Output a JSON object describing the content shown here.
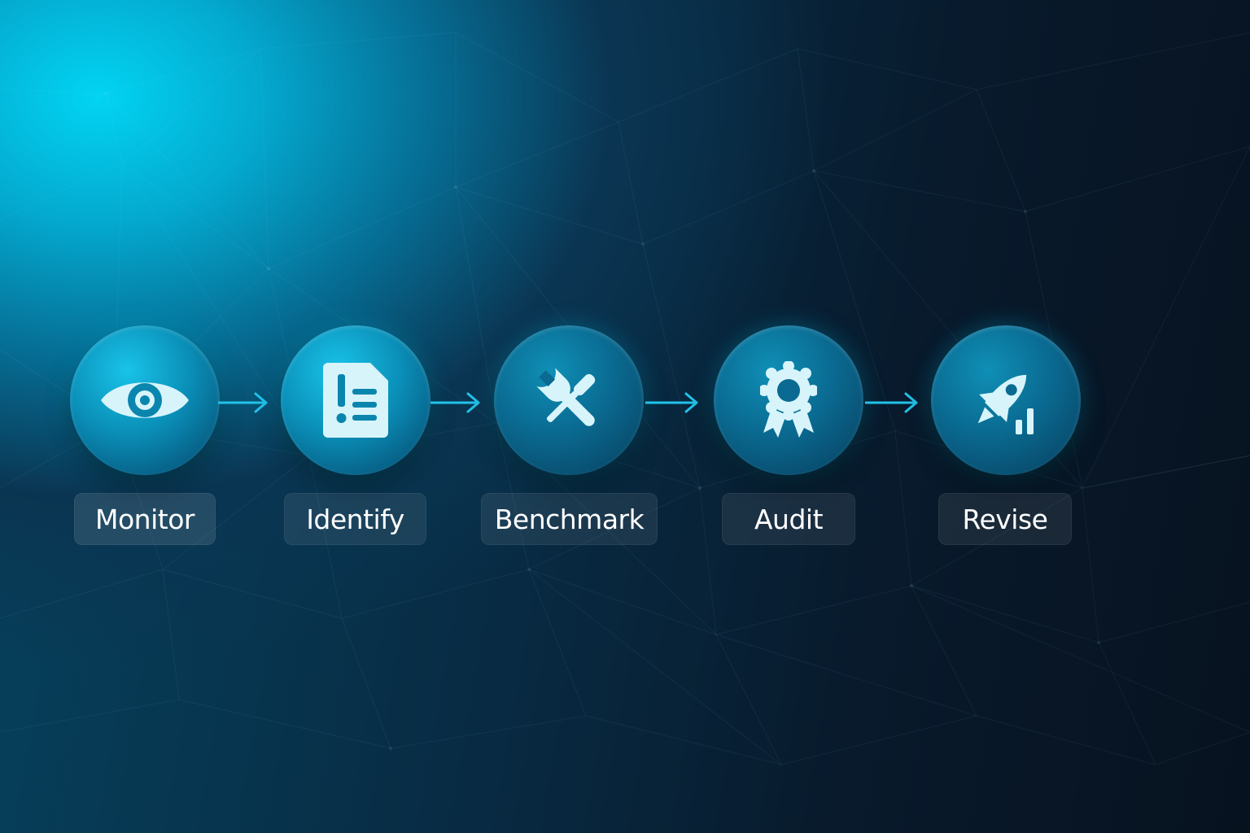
{
  "steps": [
    {
      "label": "Monitor",
      "icon": "eye-icon"
    },
    {
      "label": "Identify",
      "icon": "document-list-icon"
    },
    {
      "label": "Benchmark",
      "icon": "wrench-screwdriver-icon"
    },
    {
      "label": "Audit",
      "icon": "award-ribbon-icon"
    },
    {
      "label": "Revise",
      "icon": "rocket-chart-icon"
    }
  ],
  "colors": {
    "accent": "#22c3ea",
    "icon": "#d8f4fb",
    "background_dark": "#07121f",
    "background_glow": "#02d4f2"
  }
}
